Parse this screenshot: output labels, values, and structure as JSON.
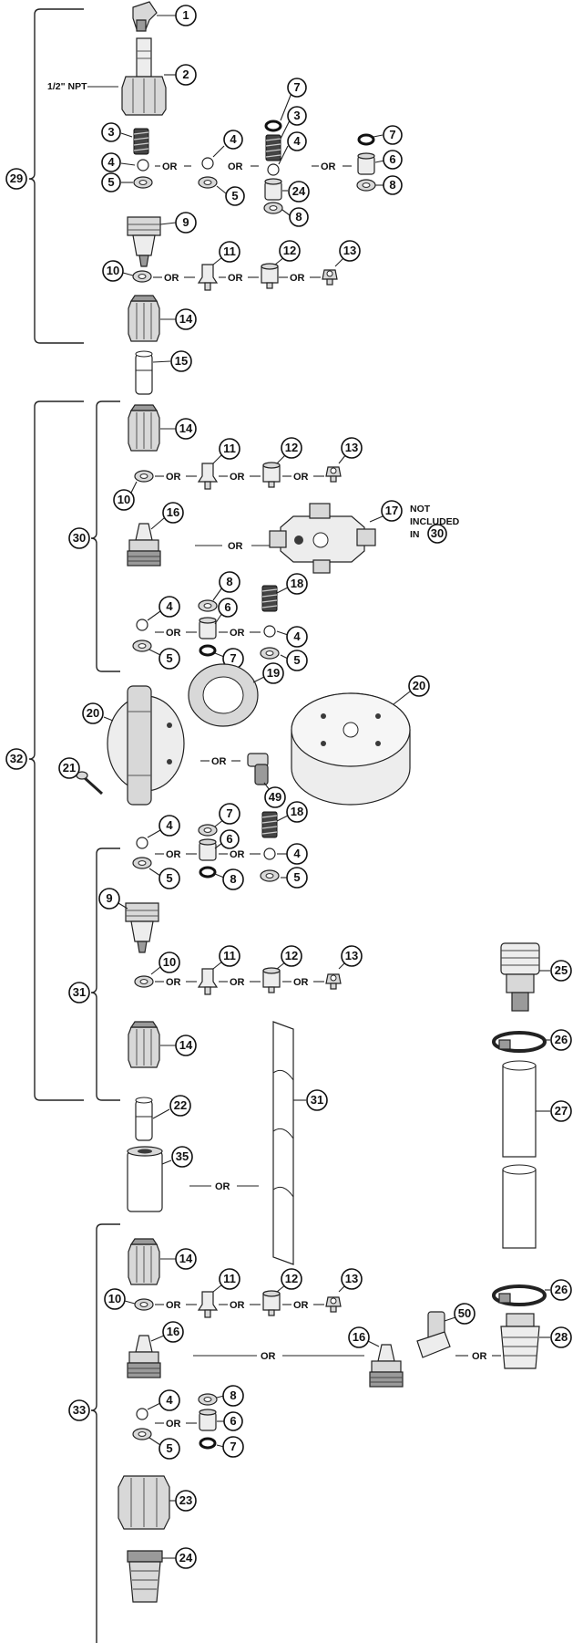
{
  "diagram": {
    "or_label": "OR",
    "labels": {
      "npt": "1/2\" NPT",
      "not_included_1": "NOT",
      "not_included_2": "INCLUDED",
      "not_included_3": "IN"
    },
    "callouts": [
      "1",
      "2",
      "3",
      "4",
      "5",
      "6",
      "7",
      "8",
      "9",
      "10",
      "11",
      "12",
      "13",
      "14",
      "15",
      "16",
      "17",
      "18",
      "19",
      "20",
      "21",
      "22",
      "23",
      "24",
      "25",
      "26",
      "27",
      "28",
      "29",
      "30",
      "31",
      "32",
      "33",
      "35",
      "49",
      "50"
    ],
    "group_labels": [
      "29",
      "30",
      "31",
      "32",
      "33"
    ]
  }
}
